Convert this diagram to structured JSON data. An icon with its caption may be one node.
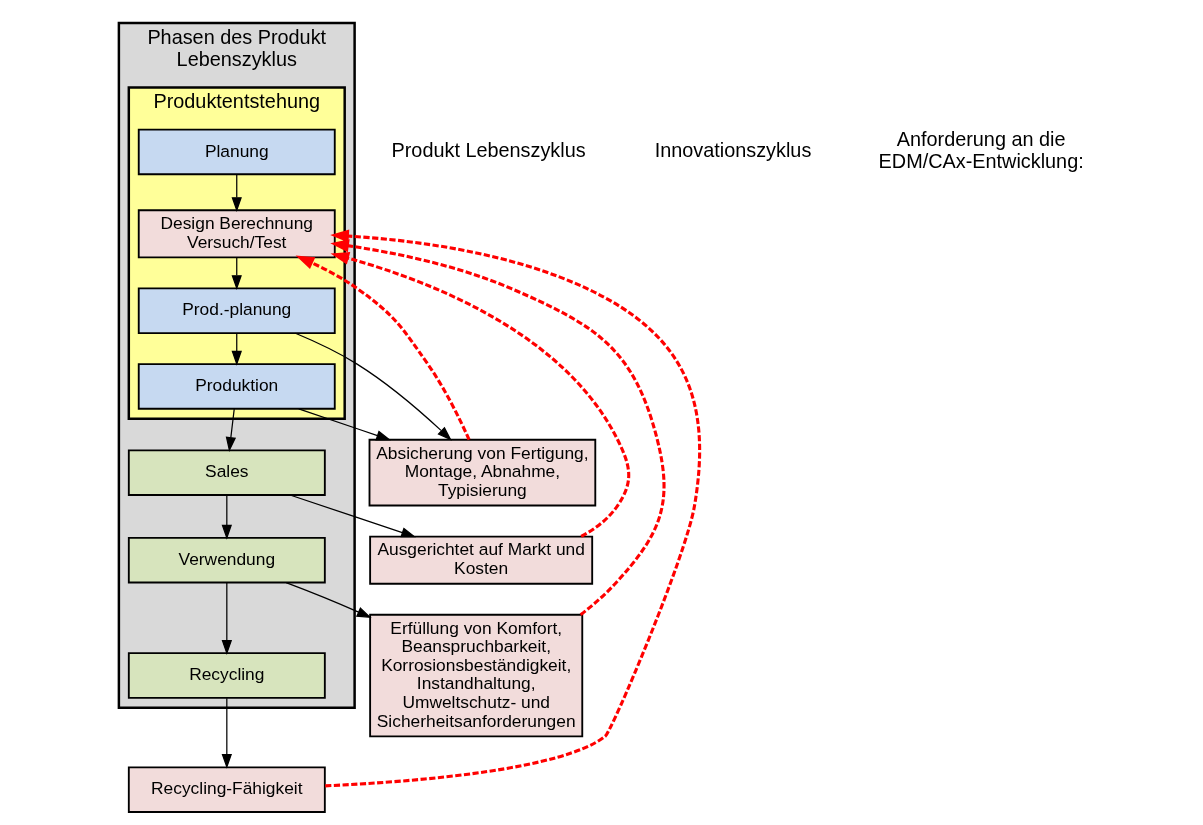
{
  "diagram": {
    "nodes": [
      {
        "text": [
          "Phasen des Produkt Lebenszyklus"
        ]
      },
      {
        "text": [
          "Produktentstehung"
        ],
        "in": 0
      },
      {
        "text": [
          "Planung"
        ],
        "in": 1
      },
      {
        "text": [
          "Design Berechnung Versuch/Test"
        ],
        "in": 1
      },
      {
        "text": [
          "Prod.-planung"
        ],
        "in": 1
      },
      {
        "text": [
          "Produktion"
        ],
        "in": 1
      },
      {
        "text": [
          "Sales"
        ],
        "in": 0
      },
      {
        "text": [
          "Verwendung"
        ],
        "in": 0
      },
      {
        "text": [
          "Recycling"
        ],
        "in": 0
      },
      {
        "text": [
          "Absicherung von Fertigung, Montage, Abnahme, Typisierung"
        ]
      },
      {
        "text": [
          "Ausgerichtet auf Markt und Kosten"
        ]
      },
      {
        "text": [
          "Erfüllung von Komfort, Beanspruchbarkeit, Korrosionsbeständigkeit, Instandhaltung, Umweltschutz- und Sicherheitsanforderungen"
        ]
      },
      {
        "text": [
          "Recycling-Fähigkeit"
        ]
      }
    ],
    "edges": [
      {
        "from": 2,
        "to": 3,
        "arrow": "to"
      },
      {
        "from": 3,
        "to": 4,
        "arrow": "to"
      },
      {
        "from": 4,
        "to": 5,
        "arrow": "to"
      },
      {
        "from": 5,
        "to": 6,
        "arrow": "to"
      },
      {
        "from": 6,
        "to": 7,
        "arrow": "to"
      },
      {
        "from": 7,
        "to": 8,
        "arrow": "to"
      },
      {
        "from": 4,
        "to": 9,
        "arrow": "to"
      },
      {
        "from": 5,
        "to": 9,
        "arrow": "to"
      },
      {
        "from": 6,
        "to": 10,
        "arrow": "to"
      },
      {
        "from": 7,
        "to": 11,
        "arrow": "to"
      },
      {
        "from": 8,
        "to": 12,
        "arrow": "to"
      },
      {
        "from": 9,
        "to": 3,
        "arrow": "to",
        "style": "dashed",
        "color": "#ff0000"
      },
      {
        "from": 10,
        "to": 3,
        "arrow": "to",
        "style": "dashed",
        "color": "#ff0000"
      },
      {
        "from": 11,
        "to": 3,
        "arrow": "to",
        "style": "dashed",
        "color": "#ff0000"
      },
      {
        "from": 12,
        "to": 3,
        "arrow": "to",
        "style": "dashed",
        "color": "#ff0000"
      }
    ],
    "labels": [
      "Produkt Lebenszyklus",
      "Innovationszyklus",
      "Anforderung an die EDM/CAx-Entwicklung:"
    ]
  }
}
